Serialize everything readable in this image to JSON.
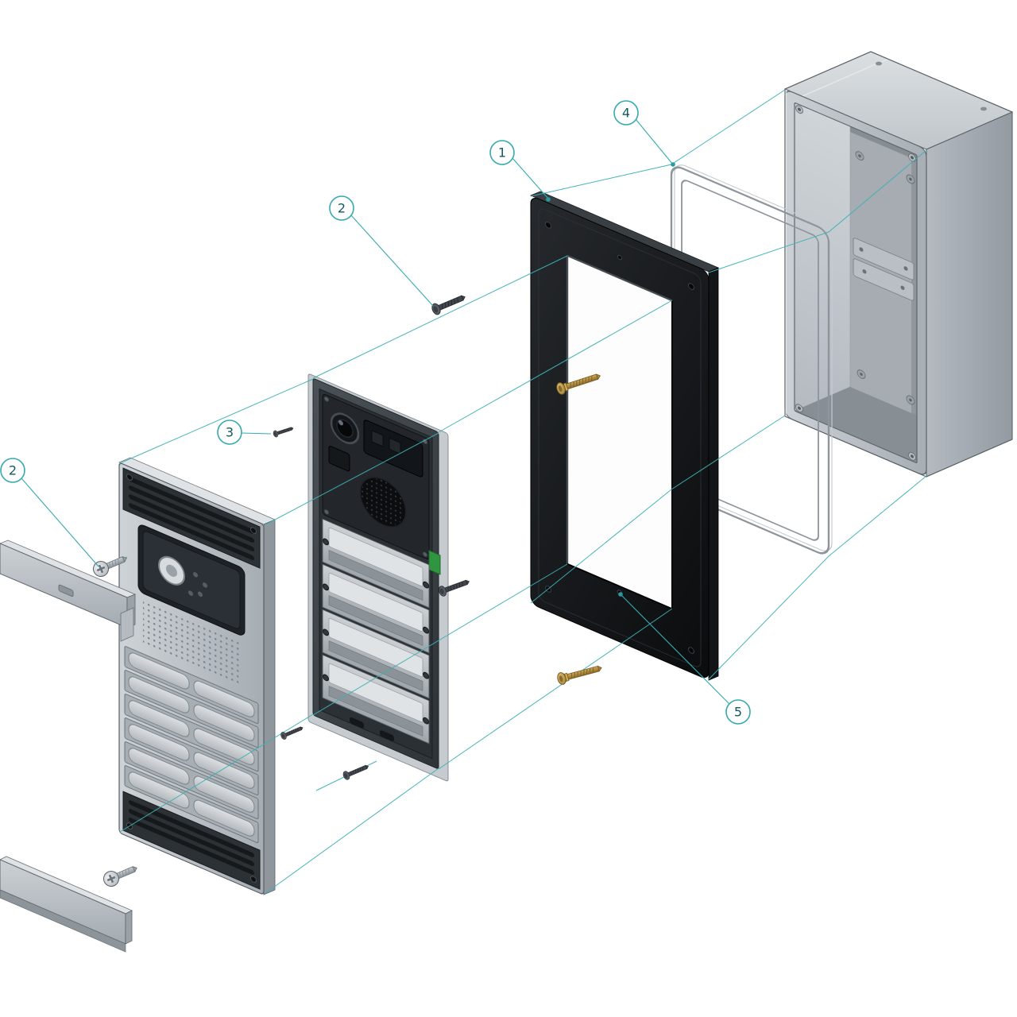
{
  "diagram": {
    "type": "exploded-assembly-drawing",
    "background": "#ffffff",
    "accent_color": "#35aab0",
    "callouts": [
      {
        "label": "1",
        "part": "mounting-frame"
      },
      {
        "label": "2",
        "part": "fixing-screw-top"
      },
      {
        "label": "2",
        "part": "trim-screw"
      },
      {
        "label": "3",
        "part": "module-screw"
      },
      {
        "label": "4",
        "part": "gasket"
      },
      {
        "label": "5",
        "part": "frame-fixing-hole"
      }
    ],
    "parts": [
      "front-panel",
      "top-trim-profile",
      "bottom-trim-profile",
      "module-assembly",
      "mounting-frame",
      "gasket",
      "flush-mount-box",
      "fixing-screws"
    ],
    "colors": {
      "accent": "#35aab0",
      "frame_black": "#141618",
      "metal_light": "#c9ced3",
      "brass": "#b08d3e"
    }
  }
}
